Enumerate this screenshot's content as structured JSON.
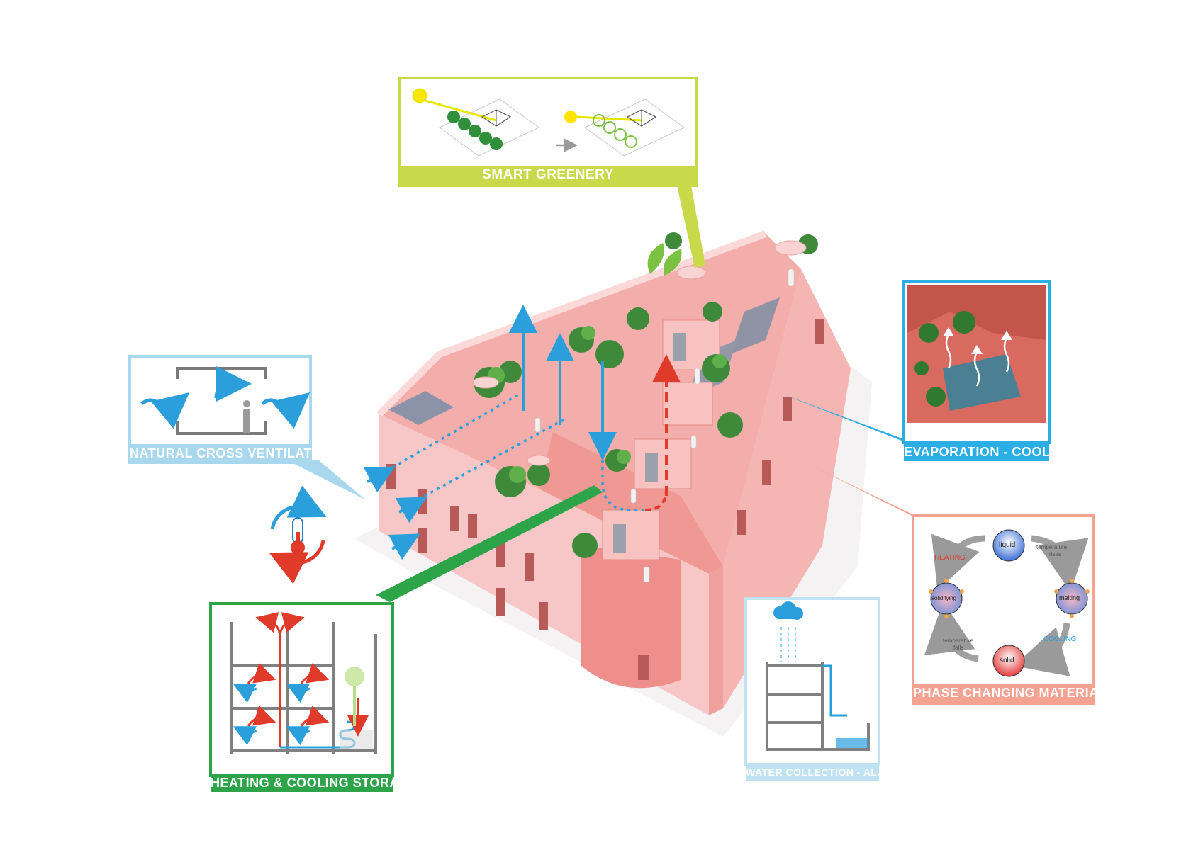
{
  "callouts": {
    "smart_greenery": {
      "label": "SMART GREENERY",
      "color": "#c8d94a"
    },
    "natural_ventilation": {
      "label": "NATURAL CROSS VENTILATION",
      "color": "#a9d8ee"
    },
    "evaporation": {
      "label": "EVAPORATION - COOLING",
      "color": "#2aaee3"
    },
    "phase_changing": {
      "label": "PHASE CHANGING MATERIALS",
      "color": "#f4a292",
      "states": {
        "liquid": "liquid",
        "melting": "melting",
        "solid": "solid",
        "solidifying": "solidifying"
      },
      "transitions": {
        "heating": "HEATING",
        "cooling": "COOLING",
        "temp_rises": [
          "temperature",
          "rises"
        ],
        "temp_falls": [
          "temperature",
          "falls"
        ]
      }
    },
    "heating_cooling_storage": {
      "label": "HEATING & COOLING STORAGE",
      "color": "#2ea44a"
    },
    "water_collection": {
      "label": "WATER COLLECTION - ALJIBE",
      "color": "#bfe3f3"
    }
  },
  "colors": {
    "building_pink": "#f2a3a0",
    "building_light": "#f8cfcf",
    "building_dark": "#e98a86",
    "air_blue": "#2a9fdc",
    "heat_red": "#e03a2a",
    "leaf_green": "#7cc242"
  },
  "icons": [
    "sun-icon",
    "tree-icon",
    "palm-icon",
    "leaf-icon",
    "cloud-icon",
    "person-icon",
    "thermometer-icon"
  ]
}
